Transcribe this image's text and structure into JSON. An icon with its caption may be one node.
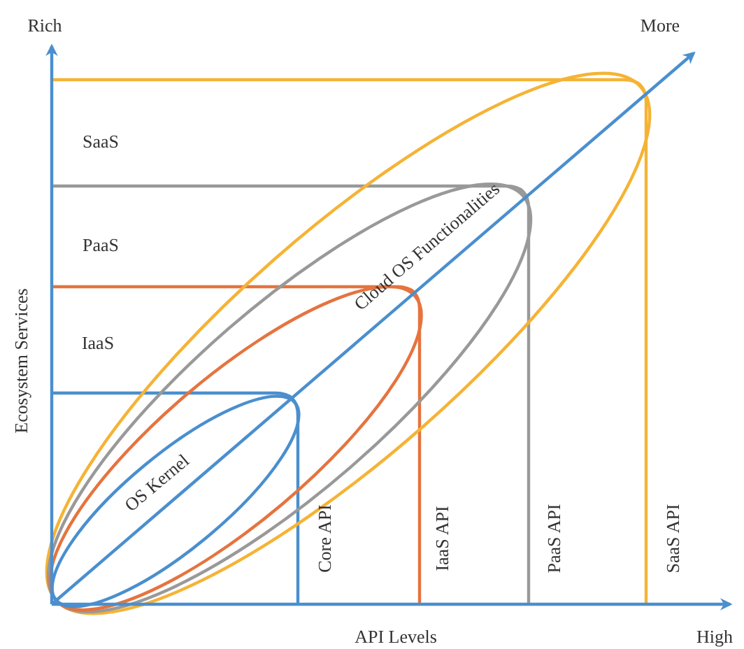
{
  "diagram": {
    "labels": [
      "Rich",
      "More",
      "SaaS",
      "PaaS",
      "IaaS",
      "Ecosystem Services",
      "Cloud OS Functionalities",
      "OS Kernel",
      "Core API",
      "IaaS API",
      "PaaS API",
      "SaaS API",
      "API Levels",
      "High"
    ]
  }
}
